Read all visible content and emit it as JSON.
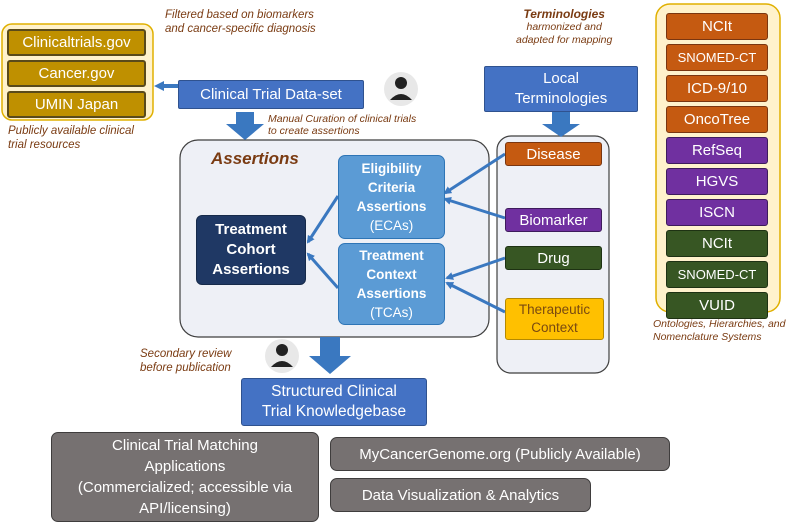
{
  "resources": {
    "items": [
      "Clinicaltrials.gov",
      "Cancer.gov",
      "UMIN Japan"
    ],
    "caption": [
      "Publicly available clinical",
      "trial resources"
    ]
  },
  "filter_note": [
    "Filtered based on biomarkers",
    "and cancer-specific diagnosis"
  ],
  "dataset": {
    "label": "Clinical Trial Data-set"
  },
  "curation_note": [
    "Manual Curation of clinical trials",
    "to create assertions"
  ],
  "terminologies_note": {
    "title": "Terminologies",
    "lines": [
      "harmonized and",
      "adapted for mapping"
    ]
  },
  "local_terminologies": {
    "lines": [
      "Local",
      "Terminologies"
    ]
  },
  "terms": [
    {
      "label": "NCIt",
      "color": "#c55a11"
    },
    {
      "label": "SNOMED-CT",
      "color": "#c55a11"
    },
    {
      "label": "ICD-9/10",
      "color": "#c55a11"
    },
    {
      "label": "OncoTree",
      "color": "#c55a11"
    },
    {
      "label": "RefSeq",
      "color": "#7030a0"
    },
    {
      "label": "HGVS",
      "color": "#7030a0"
    },
    {
      "label": "ISCN",
      "color": "#7030a0"
    },
    {
      "label": "NCIt",
      "color": "#375623"
    },
    {
      "label": "SNOMED-CT",
      "color": "#375623"
    },
    {
      "label": "VUID",
      "color": "#375623"
    }
  ],
  "ontologies_note": [
    "Ontologies, Hierarchies, and",
    "Nomenclature Systems"
  ],
  "assertions": {
    "title": "Assertions",
    "eca": [
      "Eligibility",
      "Criteria",
      "Assertions",
      "(ECAs)"
    ],
    "tca": [
      "Treatment",
      "Context",
      "Assertions",
      "(TCAs)"
    ],
    "treatment_cohort": [
      "Treatment",
      "Cohort",
      "Assertions"
    ]
  },
  "categories": {
    "disease": "Disease",
    "biomarker": "Biomarker",
    "drug": "Drug",
    "therapeutic_context": [
      "Therapeutic",
      "Context"
    ]
  },
  "review_note": [
    "Secondary review",
    "before publication"
  ],
  "knowledgebase": [
    "Structured Clinical",
    "Trial Knowledgebase"
  ],
  "applications": {
    "matching": [
      "Clinical Trial Matching",
      "Applications",
      "(Commercialized; accessible via",
      "API/licensing)"
    ],
    "mycancergenome": "MyCancerGenome.org (Publicly Available)",
    "visualization": "Data Visualization & Analytics"
  },
  "colors": {
    "gold": "#bf9000",
    "blue": "#4472c4",
    "light_blue": "#5b9bd5",
    "navy": "#1f3864",
    "orange": "#c55a11",
    "purple": "#7030a0",
    "green": "#375623",
    "yellow": "#ffc000",
    "gray": "#767171",
    "note_text": "#7a3b12"
  }
}
